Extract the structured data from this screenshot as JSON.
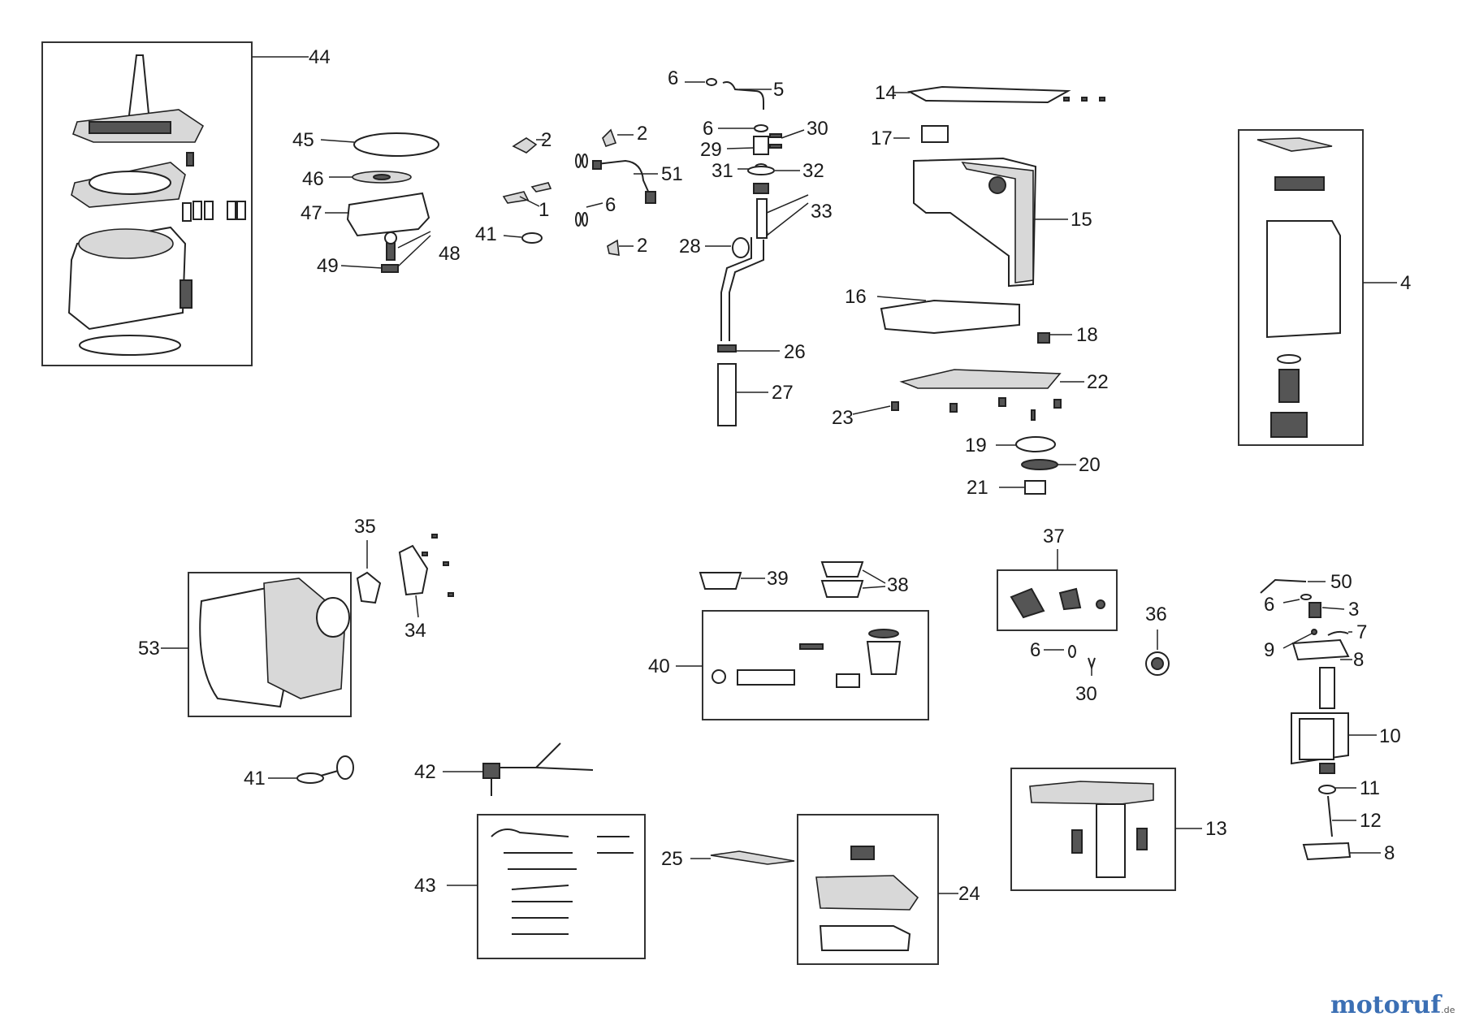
{
  "labels": {
    "l44": "44",
    "l45": "45",
    "l46": "46",
    "l47": "47",
    "l48": "48",
    "l49": "49",
    "l2a": "2",
    "l2b": "2",
    "l2c": "2",
    "l1": "1",
    "l41a": "41",
    "l6a": "6",
    "l51": "51",
    "l6b": "6",
    "l5": "5",
    "l6c": "6",
    "l30a": "30",
    "l29": "29",
    "l31": "31",
    "l32": "32",
    "l33": "33",
    "l28": "28",
    "l26": "26",
    "l27": "27",
    "l14": "14",
    "l17": "17",
    "l15": "15",
    "l16": "16",
    "l18": "18",
    "l22": "22",
    "l23": "23",
    "l19": "19",
    "l20": "20",
    "l21": "21",
    "l4": "4",
    "l35": "35",
    "l34": "34",
    "l53": "53",
    "l39": "39",
    "l38": "38",
    "l40": "40",
    "l37": "37",
    "l6d": "6",
    "l30b": "30",
    "l36": "36",
    "l50": "50",
    "l6e": "6",
    "l3": "3",
    "l7": "7",
    "l9": "9",
    "l8a": "8",
    "l10": "10",
    "l11": "11",
    "l12": "12",
    "l8b": "8",
    "l41b": "41",
    "l42": "42",
    "l43": "43",
    "l25": "25",
    "l24": "24",
    "l13": "13"
  },
  "brand": {
    "name": "motoruf",
    "domain": ".de"
  },
  "colors": {
    "line": "#222222",
    "brand_blue": "#3b6fb4",
    "brand_orange": "#f0a33c"
  }
}
